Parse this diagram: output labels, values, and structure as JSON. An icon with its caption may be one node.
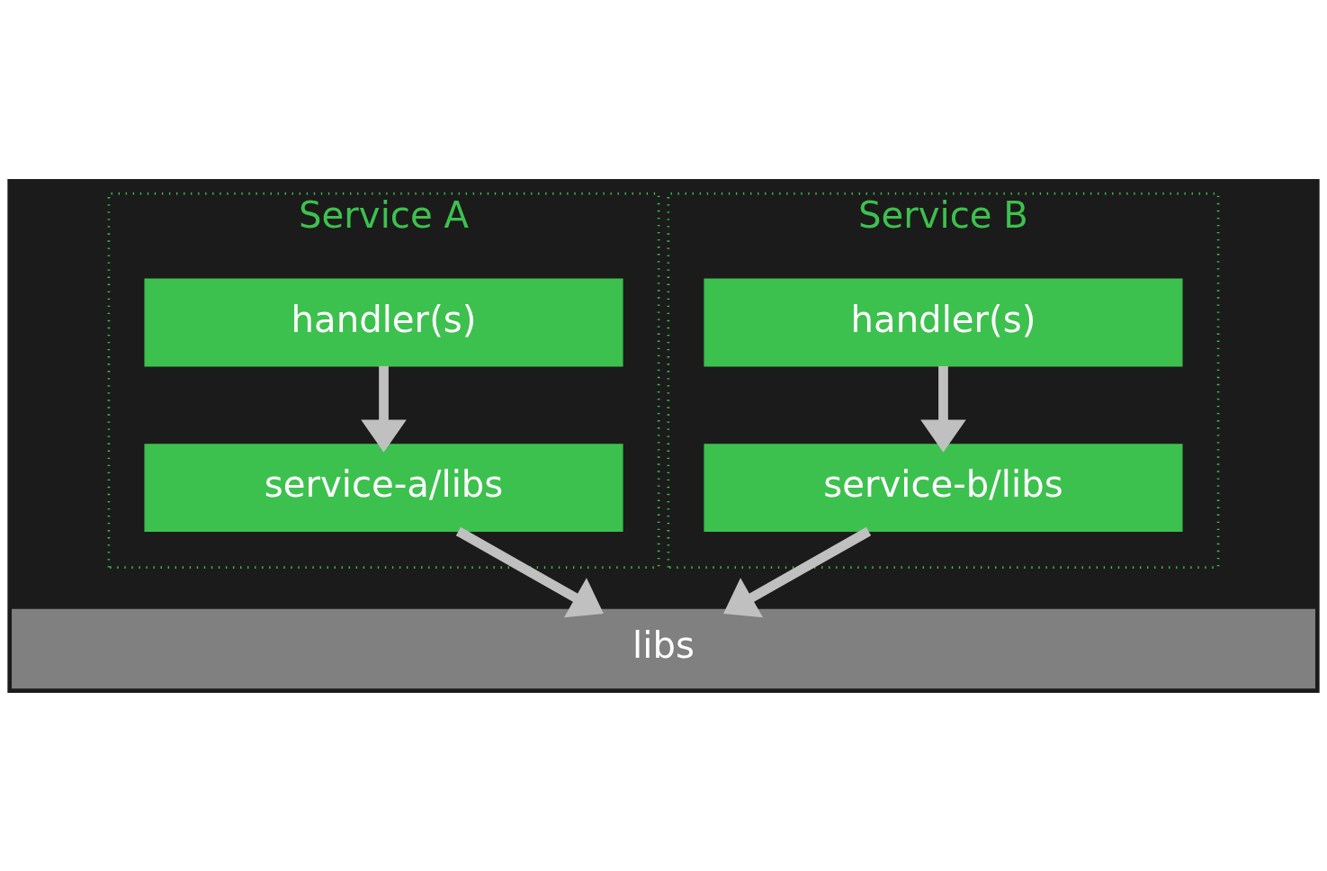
{
  "diagram": {
    "nodes": [
      {
        "text": [
          "Service A"
        ]
      },
      {
        "text": [
          "handler(s)"
        ],
        "in": 0
      },
      {
        "text": [
          "service-a/libs"
        ],
        "in": 0
      },
      {
        "text": [
          "Service B"
        ]
      },
      {
        "text": [
          "handler(s)"
        ],
        "in": 3
      },
      {
        "text": [
          "service-b/libs"
        ],
        "in": 3
      },
      {
        "text": [
          "libs"
        ]
      }
    ],
    "edges": [
      {
        "from": 1,
        "to": 2,
        "arrow": "to"
      },
      {
        "from": 2,
        "to": 6,
        "arrow": "to"
      },
      {
        "from": 4,
        "to": 5,
        "arrow": "to"
      },
      {
        "from": 5,
        "to": 6,
        "arrow": "to"
      }
    ]
  }
}
